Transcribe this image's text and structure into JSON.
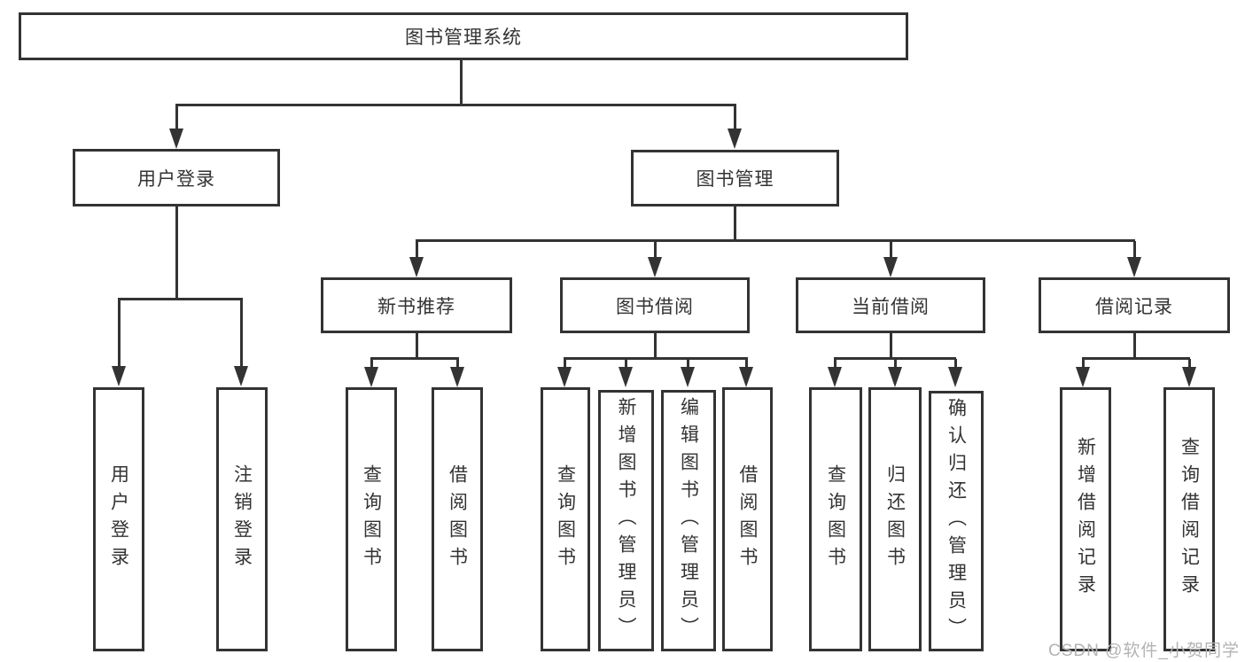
{
  "diagram": {
    "root": {
      "label": "图书管理系统"
    },
    "level2": [
      {
        "label": "用户登录"
      },
      {
        "label": "图书管理"
      }
    ],
    "level3": [
      {
        "label": "新书推荐"
      },
      {
        "label": "图书借阅"
      },
      {
        "label": "当前借阅"
      },
      {
        "label": "借阅记录"
      }
    ],
    "leaves": {
      "user_login": [
        {
          "label": "用户登录"
        },
        {
          "label": "注销登录"
        }
      ],
      "new_book_recommend": [
        {
          "label": "查询图书"
        },
        {
          "label": "借阅图书"
        }
      ],
      "book_borrow": [
        {
          "label": "查询图书"
        },
        {
          "label": "新增图书（管理员）"
        },
        {
          "label": "编辑图书（管理员）"
        },
        {
          "label": "借阅图书"
        }
      ],
      "current_borrow": [
        {
          "label": "查询图书"
        },
        {
          "label": "归还图书"
        },
        {
          "label": "确认归还（管理员）"
        }
      ],
      "borrow_records": [
        {
          "label": "新增借阅记录"
        },
        {
          "label": "查询借阅记录"
        }
      ]
    },
    "watermark": "CSDN @软件_小贺同学",
    "colors": {
      "line": "#333333",
      "box_border": "#333333",
      "box_fill": "#ffffff",
      "text": "#333333",
      "watermark": "#b3b3b3"
    }
  }
}
